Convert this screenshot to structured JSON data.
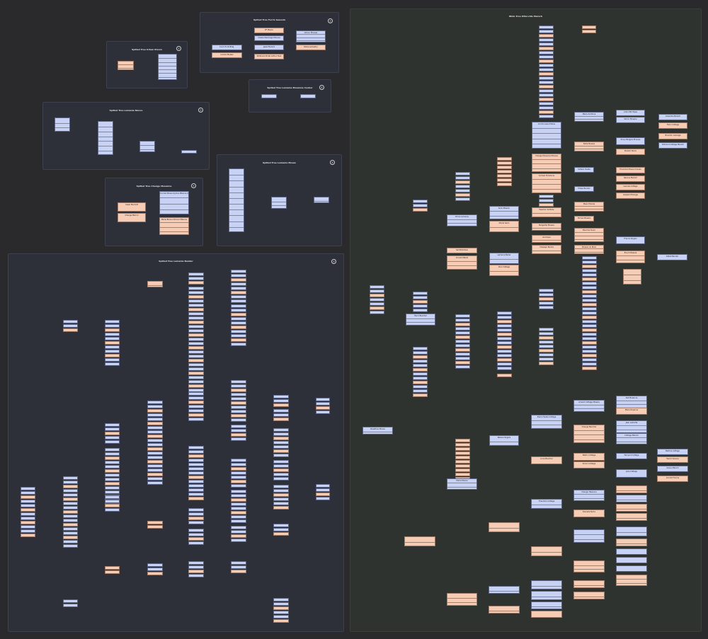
{
  "colors": {
    "background": "#2a2a2c",
    "panel": "#2d3038",
    "panel_large": "#2f3330",
    "node_blue": "#c8d2f5",
    "node_peach": "#f6ccb4",
    "wire": "#1a1a1a",
    "wire_highlight": "#9e5a4a"
  },
  "icons": {
    "expand": "expand-icon"
  },
  "panels": {
    "p1": {
      "title": "Spilled Tree Urban Rivers"
    },
    "p2": {
      "title": "Spilled Tree Ferris Gaussin"
    },
    "p3": {
      "title": "Spilled Tree Graph Ferris"
    },
    "p4": {
      "title": "Spilled Tree Lemanie Navve"
    },
    "p5": {
      "title": "Spilled Tree Lemanie Mosanne Cooker"
    },
    "p6": {
      "title": "Spilled Tree Chenge Mosanne"
    },
    "p7": {
      "title": "Spilled Tree Lemanie Mosas"
    },
    "p8": {
      "title": "Spilled Tree Lemanie Bender"
    },
    "big": {
      "title": "Wide Tree Ottorville Marsch"
    }
  },
  "nodes": {
    "n_cont": "Cont. Horiz Bldg.",
    "n_comb": "Combo Muster",
    "n_sfo": "SF Mason",
    "n_chg": "Chesle Meumaga Mosoes",
    "n_jef": "Jewel Marsch",
    "n_awm": "Arbour Mosoes",
    "n_wpd": "Whitrand Protel Arthur Huel",
    "n_msc": "Marie Lemestry",
    "n_cmm": "Conrad Mosoe Symos Milsone (Olmer) Marsh",
    "n_cme": "Cesar Marriott",
    "n_rmb": "Marie Bonna Olmour Milsone",
    "n_cln": "Chenge Marriol",
    "n_ssd": "Sanck Bender",
    "n_pwr": "Prime Lemanie",
    "n_slb": "Sail Bollintein",
    "n_ccr": "Conrad Marsh",
    "n_sul": "Sulio Mission",
    "n_mun": "Munel Serin",
    "n_pos": "Peacher de Bolle",
    "n_mgr": "Margarite Mosere",
    "n_npm": "Patra Mosere",
    "n_ccn": "Chesapo Bonda",
    "n_cbm": "Chenge Mosenne Mosoes",
    "n_ccm": "Contro Lesio Prelne",
    "n_mmm": "Marie de Mona",
    "n_gcm": "Gernique",
    "n_cub": "Coclear Porsianne",
    "n_pao": "Ardin Mill Trees",
    "n_snf": "Sixtere Huelle",
    "n_prp": "Phase Bender",
    "n_dbl": "Mean Mosole",
    "n_hsp": "Hornes Bossen",
    "n_bcr": "Baucher Deux",
    "n_nwh": "Mosere du Blois",
    "n_smm": "Simon Mosene",
    "n_ccc": "Cosandie Marsch",
    "n_fmc": "Filion Cottage",
    "n_bmr": "Brandon Lemaige",
    "n_edc": "Edmond Cottage Marsch",
    "n_pbp": "Prune Bergers Mosoes",
    "n_hsc": "Marsch Norre",
    "n_thm": "Theodore Mosoe Cloulan",
    "n_nem": "Nerene Marsch",
    "n_lcm": "Lescule Cottage",
    "n_grm": "Gaspard Mosage",
    "n_frm": "Francis Rogers",
    "n_epm": "Enoch Mosere",
    "n_dlm": "Detail Bender",
    "n_lbm": "Lemanie Bader",
    "n_idm": "Iden Cottage",
    "n_mhc": "Marie Hesenne",
    "n_hnn": "Henri Baucher",
    "n_rtm": "Rosettine Mosoe",
    "n_phc": "Pierre Huelle Cottage",
    "n_acc": "Arnand Cottage Mosere",
    "n_ccg": "Chenge Baucher",
    "n_smg": "Sail Mosenne",
    "n_mrs": "Marie Rosenne",
    "n_jlm": "Jean Lemarte",
    "n_cgm": "Cottage Marsch",
    "n_fpm": "Fernand Cottage",
    "n_wcg": "Waltin Cottage",
    "n_scc": "Simon Cottage",
    "n_jco": "Julie Cottage",
    "n_bcc": "Bertine Cottage",
    "n_sgm": "Sanck Grenne",
    "n_gbm": "Guine Marsch",
    "n_cfm": "Conrad Fourne",
    "n_pmg": "Pierre Mosoe",
    "n_nrm": "Nerene Rogers",
    "n_lbh": "Louis Baucher",
    "n_chv": "Chenge Hesenne",
    "n_dnv": "Danielle Norre",
    "n_tcm": "Theodore Cottage"
  }
}
